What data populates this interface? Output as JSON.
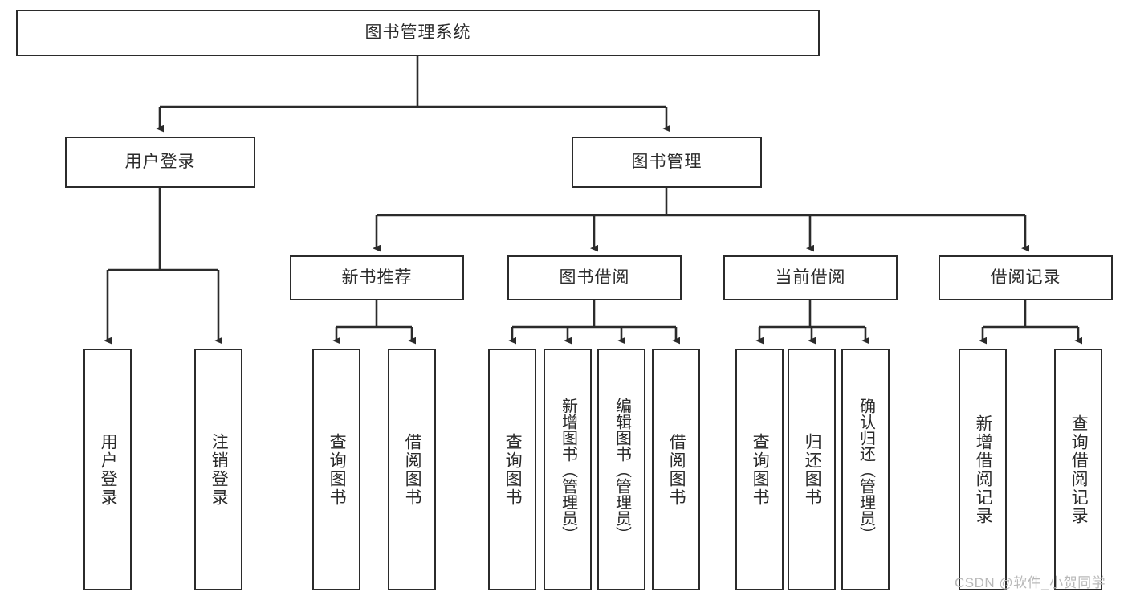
{
  "diagram": {
    "title": "图书管理系统",
    "type": "hierarchy-tree",
    "nodes": {
      "root": {
        "label": "图书管理系统"
      },
      "level1": [
        {
          "id": "user-login",
          "label": "用户登录"
        },
        {
          "id": "book-management",
          "label": "图书管理"
        }
      ],
      "level2": [
        {
          "id": "new-book-recommend",
          "label": "新书推荐",
          "parent": "book-management"
        },
        {
          "id": "book-borrow",
          "label": "图书借阅",
          "parent": "book-management"
        },
        {
          "id": "current-borrow",
          "label": "当前借阅",
          "parent": "book-management"
        },
        {
          "id": "borrow-record",
          "label": "借阅记录",
          "parent": "book-management"
        }
      ],
      "leaves": [
        {
          "id": "leaf-user-login",
          "label": "用户登录",
          "parent": "user-login"
        },
        {
          "id": "leaf-logout",
          "label": "注销登录",
          "parent": "user-login"
        },
        {
          "id": "leaf-query-book-1",
          "label": "查询图书",
          "parent": "new-book-recommend"
        },
        {
          "id": "leaf-borrow-book-1",
          "label": "借阅图书",
          "parent": "new-book-recommend"
        },
        {
          "id": "leaf-query-book-2",
          "label": "查询图书",
          "parent": "book-borrow"
        },
        {
          "id": "leaf-add-book",
          "label": "新增图书（管理员）",
          "parent": "book-borrow"
        },
        {
          "id": "leaf-edit-book",
          "label": "编辑图书（管理员）",
          "parent": "book-borrow"
        },
        {
          "id": "leaf-borrow-book-2",
          "label": "借阅图书",
          "parent": "book-borrow"
        },
        {
          "id": "leaf-query-book-3",
          "label": "查询图书",
          "parent": "current-borrow"
        },
        {
          "id": "leaf-return-book",
          "label": "归还图书",
          "parent": "current-borrow"
        },
        {
          "id": "leaf-confirm-return",
          "label": "确认归还（管理员）",
          "parent": "current-borrow"
        },
        {
          "id": "leaf-add-record",
          "label": "新增借阅记录",
          "parent": "borrow-record"
        },
        {
          "id": "leaf-query-record",
          "label": "查询借阅记录",
          "parent": "borrow-record"
        }
      ]
    },
    "colors": {
      "stroke": "#2b2b2b",
      "fill": "#ffffff",
      "text": "#2b2b2b",
      "watermark": "#b9b9b9"
    }
  },
  "watermark": {
    "text": "CSDN @软件_小贺同学"
  }
}
